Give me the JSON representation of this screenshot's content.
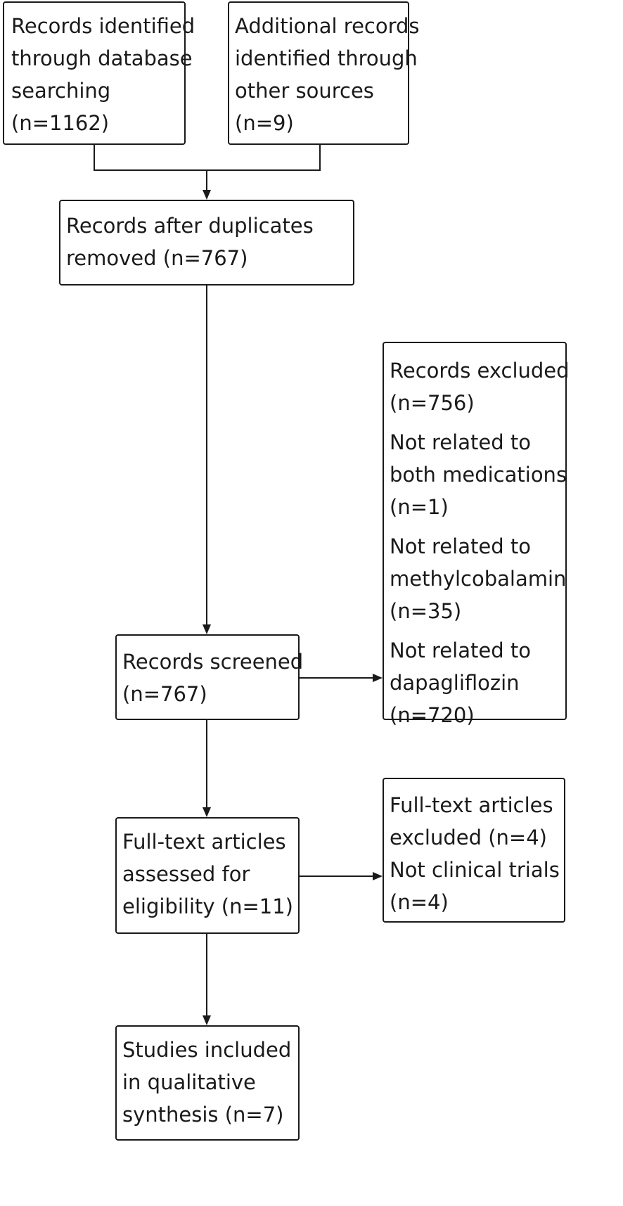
{
  "flowchart": {
    "identification": {
      "database": {
        "lines": [
          "Records identified",
          "through database",
          "searching",
          "(n=1162)"
        ]
      },
      "other_sources": {
        "lines": [
          "Additional records",
          "identified through",
          "other sources",
          "(n=9)"
        ]
      }
    },
    "duplicates_removed": {
      "lines": [
        "Records after duplicates",
        "removed (n=767)"
      ]
    },
    "screened": {
      "lines": [
        "Records screened",
        "(n=767)"
      ]
    },
    "excluded": {
      "groups": [
        [
          "Records excluded",
          "(n=756)"
        ],
        [
          "Not related to",
          "both medications",
          "(n=1)"
        ],
        [
          "Not related to",
          "methylcobalamin",
          "(n=35)"
        ],
        [
          "Not related to",
          "dapagliflozin",
          "(n=720)"
        ]
      ]
    },
    "full_text_assessed": {
      "lines": [
        "Full-text articles",
        "assessed for",
        "eligibility (n=11)"
      ]
    },
    "full_text_excluded": {
      "groups": [
        [
          "Full-text articles",
          "excluded (n=4)"
        ],
        [
          "Not clinical trials",
          "(n=4)"
        ]
      ]
    },
    "included": {
      "lines": [
        "Studies included",
        "in qualitative",
        "synthesis (n=7)"
      ]
    }
  }
}
